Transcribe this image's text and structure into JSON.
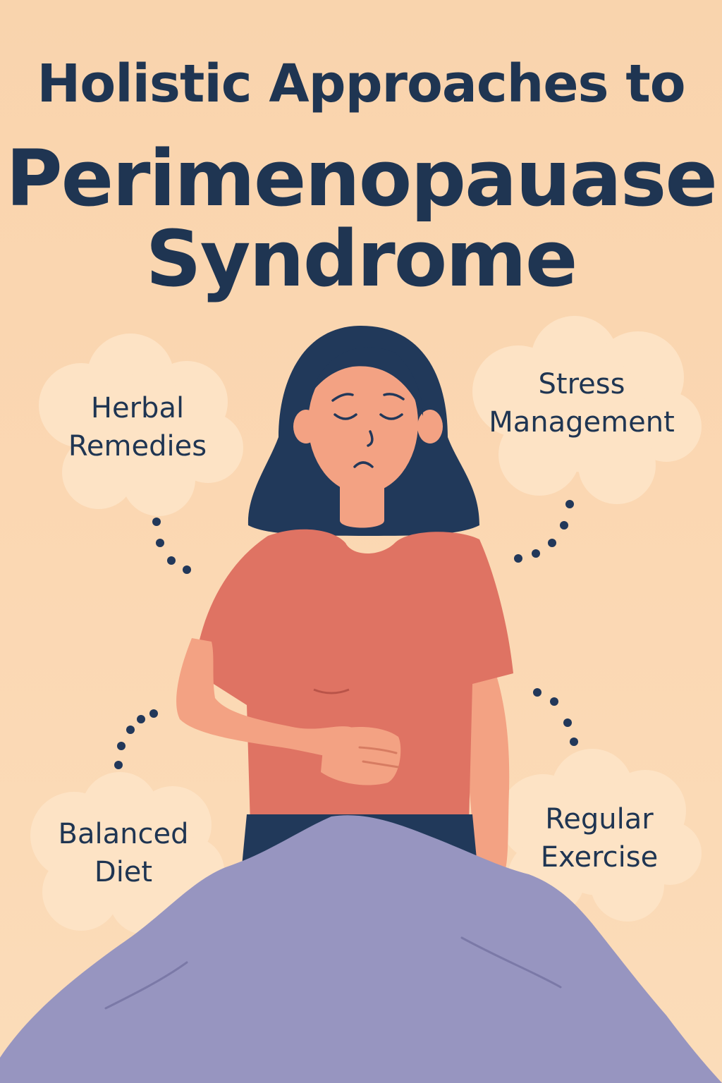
{
  "title": {
    "line1": "Holistic Approaches to",
    "line2": "Perimenopauase",
    "line3": "Syndrome"
  },
  "bubbles": {
    "herbal": {
      "line1": "Herbal",
      "line2": "Remedies"
    },
    "stress": {
      "line1": "Stress",
      "line2": "Management"
    },
    "diet": {
      "line1": "Balanced",
      "line2": "Diet"
    },
    "exercise": {
      "line1": "Regular",
      "line2": "Exercise"
    }
  },
  "colors": {
    "background": "#fad5af",
    "title": "#1f3552",
    "hair": "#21395a",
    "skin": "#f3a283",
    "shirt": "#df7363",
    "blanket": "#9795c0",
    "bubble": "#fde3c5"
  }
}
